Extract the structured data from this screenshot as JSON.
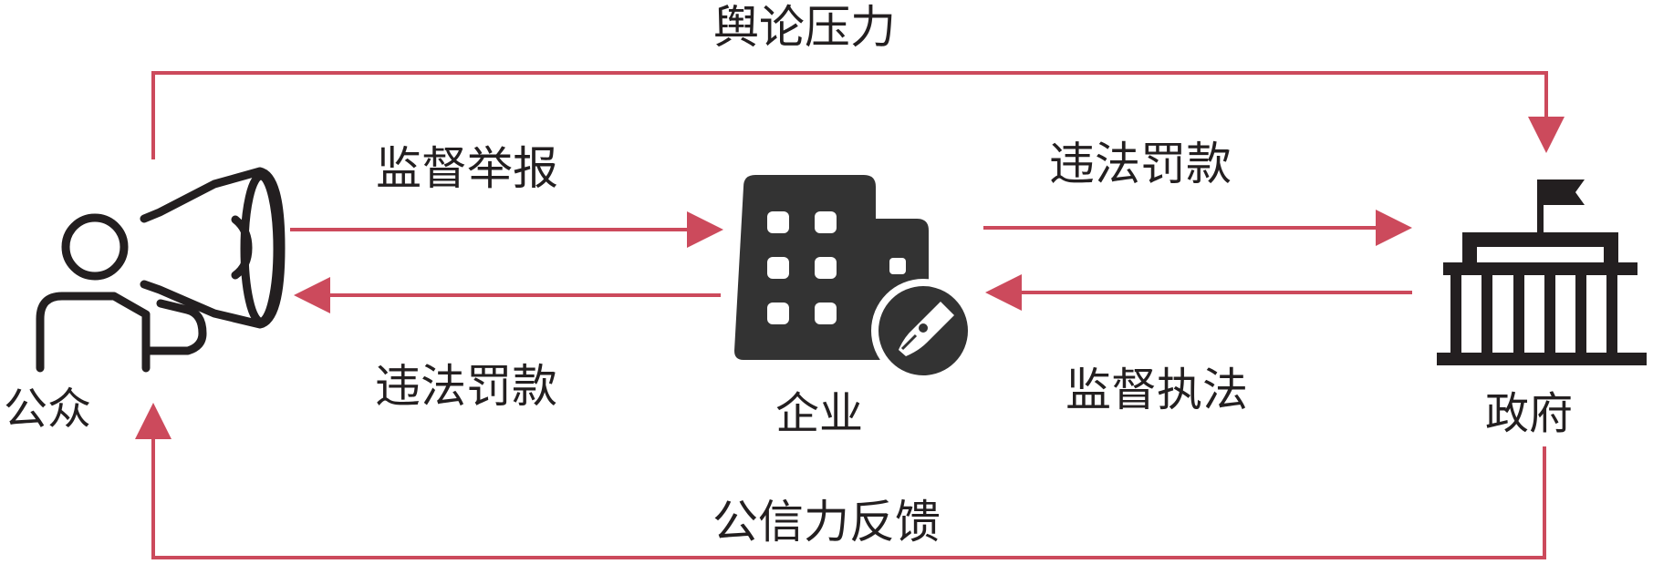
{
  "nodes": {
    "public": "公众",
    "enterprise": "企业",
    "government": "政府"
  },
  "edges": {
    "top": "舆论压力",
    "public_to_enterprise": "监督举报",
    "enterprise_to_public": "违法罚款",
    "enterprise_to_government": "违法罚款",
    "government_to_enterprise": "监督执法",
    "bottom": "公信力反馈"
  },
  "colors": {
    "arrow": "#cc4a5c",
    "icon": "#231f20",
    "icon_dark": "#333333"
  },
  "icons": {
    "public": "megaphone-person-icon",
    "enterprise": "office-building-pen-icon",
    "government": "government-building-icon"
  }
}
